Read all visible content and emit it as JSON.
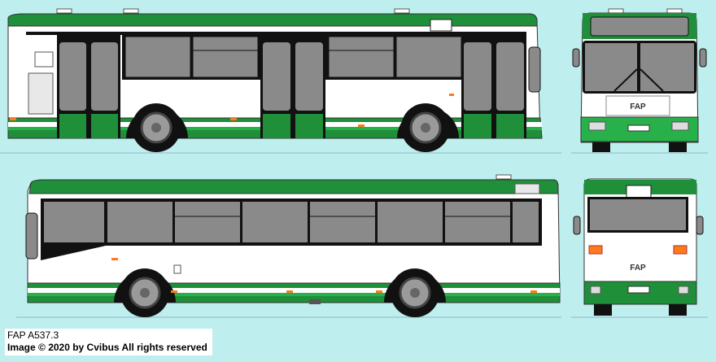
{
  "caption": {
    "model": "FAP A537.3",
    "credit": "Image © 2020 by Cvibus All rights reserved"
  },
  "badges": {
    "front": "FAP",
    "rear": "FAP"
  },
  "colors": {
    "background": "#bfeeee",
    "body_white": "#ffffff",
    "livery_green": "#1f8f3a",
    "light_green": "#28b04a",
    "window_grey": "#8a8a8a",
    "frame_black": "#111111",
    "wheel_grey": "#9a9a9a",
    "ground_line": "#8fb8c8",
    "marker_orange": "#ff7a1a"
  }
}
